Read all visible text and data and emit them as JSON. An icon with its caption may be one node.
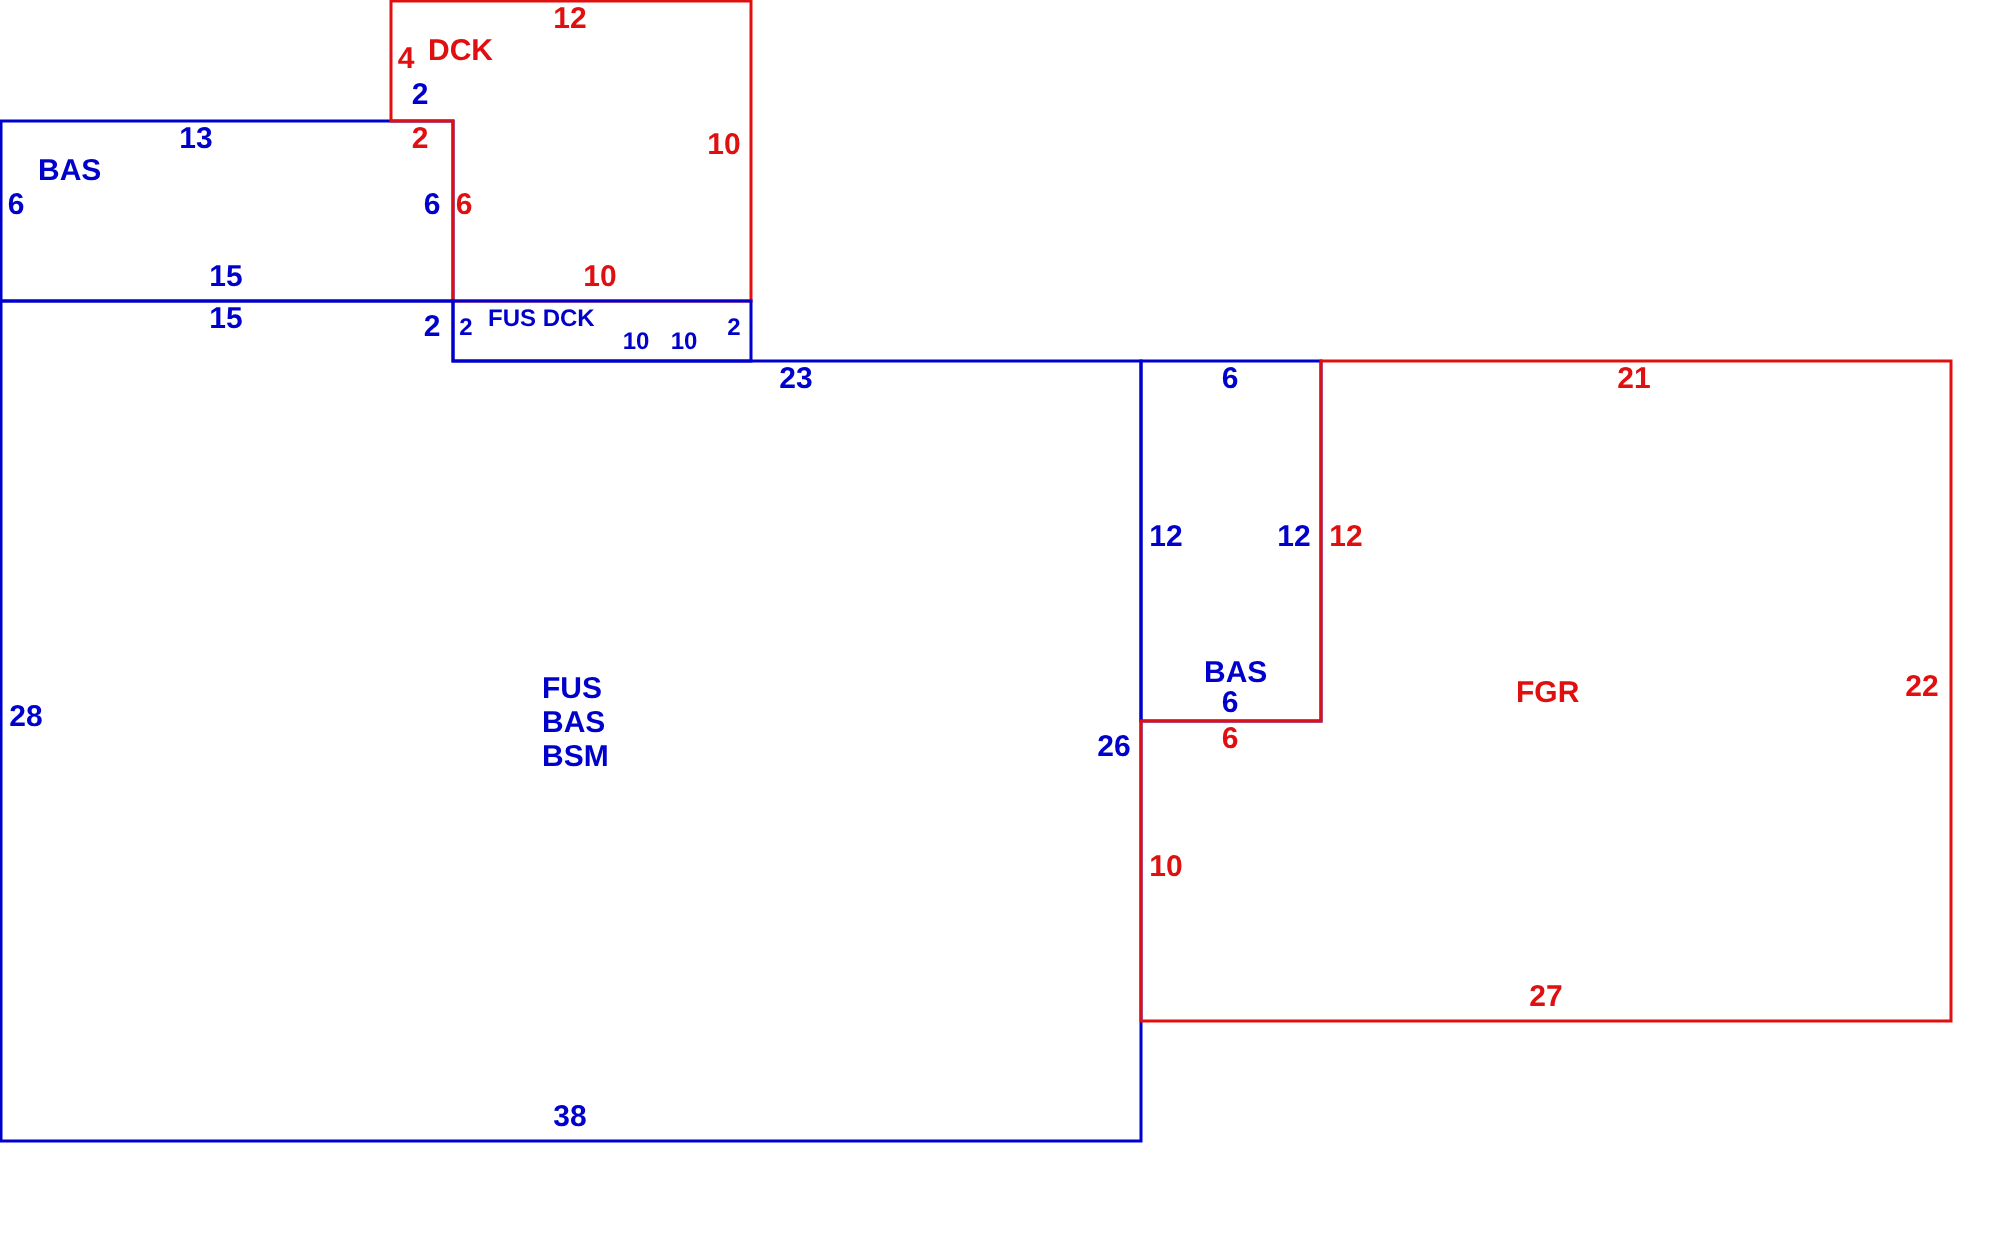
{
  "diagram": {
    "nodes": [
      {
        "text": [
          "BAS"
        ]
      },
      {
        "text": [
          "DCK"
        ]
      },
      {
        "text": [
          "FUS DCK"
        ]
      },
      {
        "text": [
          "FUS BAS BSM"
        ]
      },
      {
        "text": [
          "BAS"
        ]
      },
      {
        "text": [
          "FGR"
        ]
      }
    ],
    "labels": [
      "12",
      "4",
      "2",
      "13",
      "2",
      "10",
      "6",
      "6",
      "6",
      "15",
      "10",
      "15",
      "2",
      "2",
      "10",
      "10",
      "2",
      "23",
      "6",
      "21",
      "12",
      "12",
      "12",
      "22",
      "6",
      "28",
      "26",
      "6",
      "10",
      "27",
      "38"
    ]
  }
}
